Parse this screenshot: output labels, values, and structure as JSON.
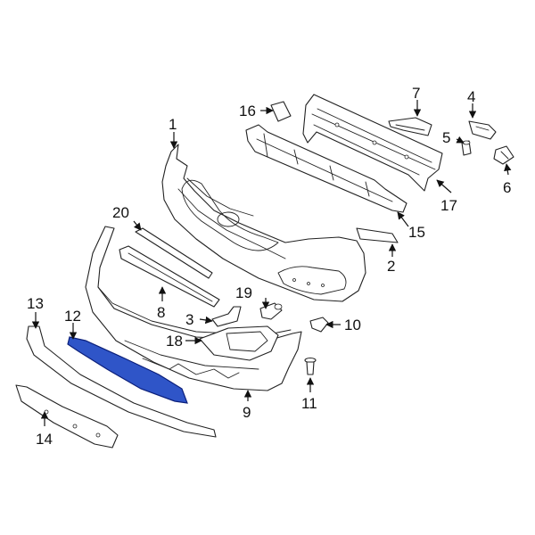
{
  "callouts": [
    "1",
    "2",
    "3",
    "4",
    "5",
    "6",
    "7",
    "8",
    "9",
    "10",
    "11",
    "12",
    "13",
    "14",
    "15",
    "16",
    "17",
    "18",
    "19",
    "20"
  ],
  "colors": {
    "line": "#222222",
    "highlight": "#2f55c8",
    "highlight_stroke": "#0b1f7a",
    "background": "#ffffff"
  },
  "highlighted_part": "12"
}
